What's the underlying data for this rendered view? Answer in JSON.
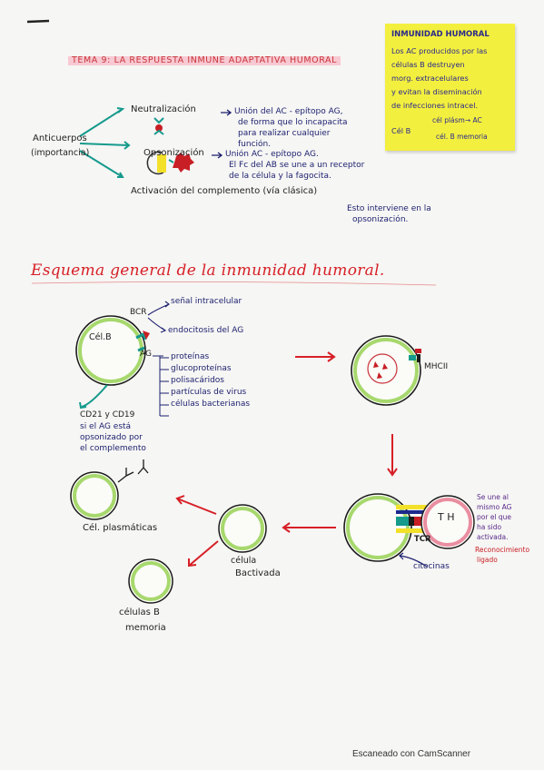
{
  "title": "TEMA 9: LA RESPUESTA INMUNE ADAPTATIVA HUMORAL",
  "sticky": {
    "heading": "INMUNIDAD HUMORAL",
    "lines": [
      "Los AC producidos por las",
      "células B destruyen",
      "morg. extracelulares",
      "y evitan la diseminación",
      "de infecciones intracel."
    ],
    "plasma": "cél plásm→ AC",
    "b_prefix": "Cél B",
    "memory": "cél. B memoria"
  },
  "antibodies": {
    "label": "Anticuerpos",
    "sub": "(importancia)",
    "neutral": "Neutralización",
    "neutral_desc": [
      "Unión del AC - epítopo AG,",
      "de forma que lo incapacita",
      "para realizar cualquier",
      "función."
    ],
    "opson": "Opsonización",
    "opson_desc": [
      "Unión AC - epítopo AG.",
      "El Fc del AB se une a un receptor",
      "de la célula y la fagocita."
    ],
    "compl": "Activación del complemento (vía clásica)",
    "compl_note": [
      "Esto interviene en la",
      "opsonización."
    ]
  },
  "section_title": "Esquema general de la inmunidad humoral.",
  "scheme": {
    "cell_b": "Cél.B",
    "bcr": "BCR",
    "signal": "señal intracelular",
    "endo": "endocitosis del AG",
    "ag": "AG",
    "ag_list": [
      "proteínas",
      "glucoproteínas",
      "polisacáridos",
      "partículas de virus",
      "células bacterianas"
    ],
    "cd": "CD21 y CD19",
    "cd_note": [
      "si el AG está",
      "opsonizado por",
      "el complemento"
    ],
    "mhc": "MHCII",
    "th": "T H",
    "tcr": "TCR",
    "cyto": "citocinas",
    "th_note": [
      "Se une al",
      "mismo AG",
      "por el que",
      "ha sido",
      "activada.",
      "Reconocimiento",
      "ligado"
    ],
    "activated": [
      "célula",
      "Bactivada"
    ],
    "plasma": "Cél. plasmáticas",
    "memory": [
      "células B",
      "memoria"
    ]
  },
  "footer": "Escaneado con CamScanner"
}
